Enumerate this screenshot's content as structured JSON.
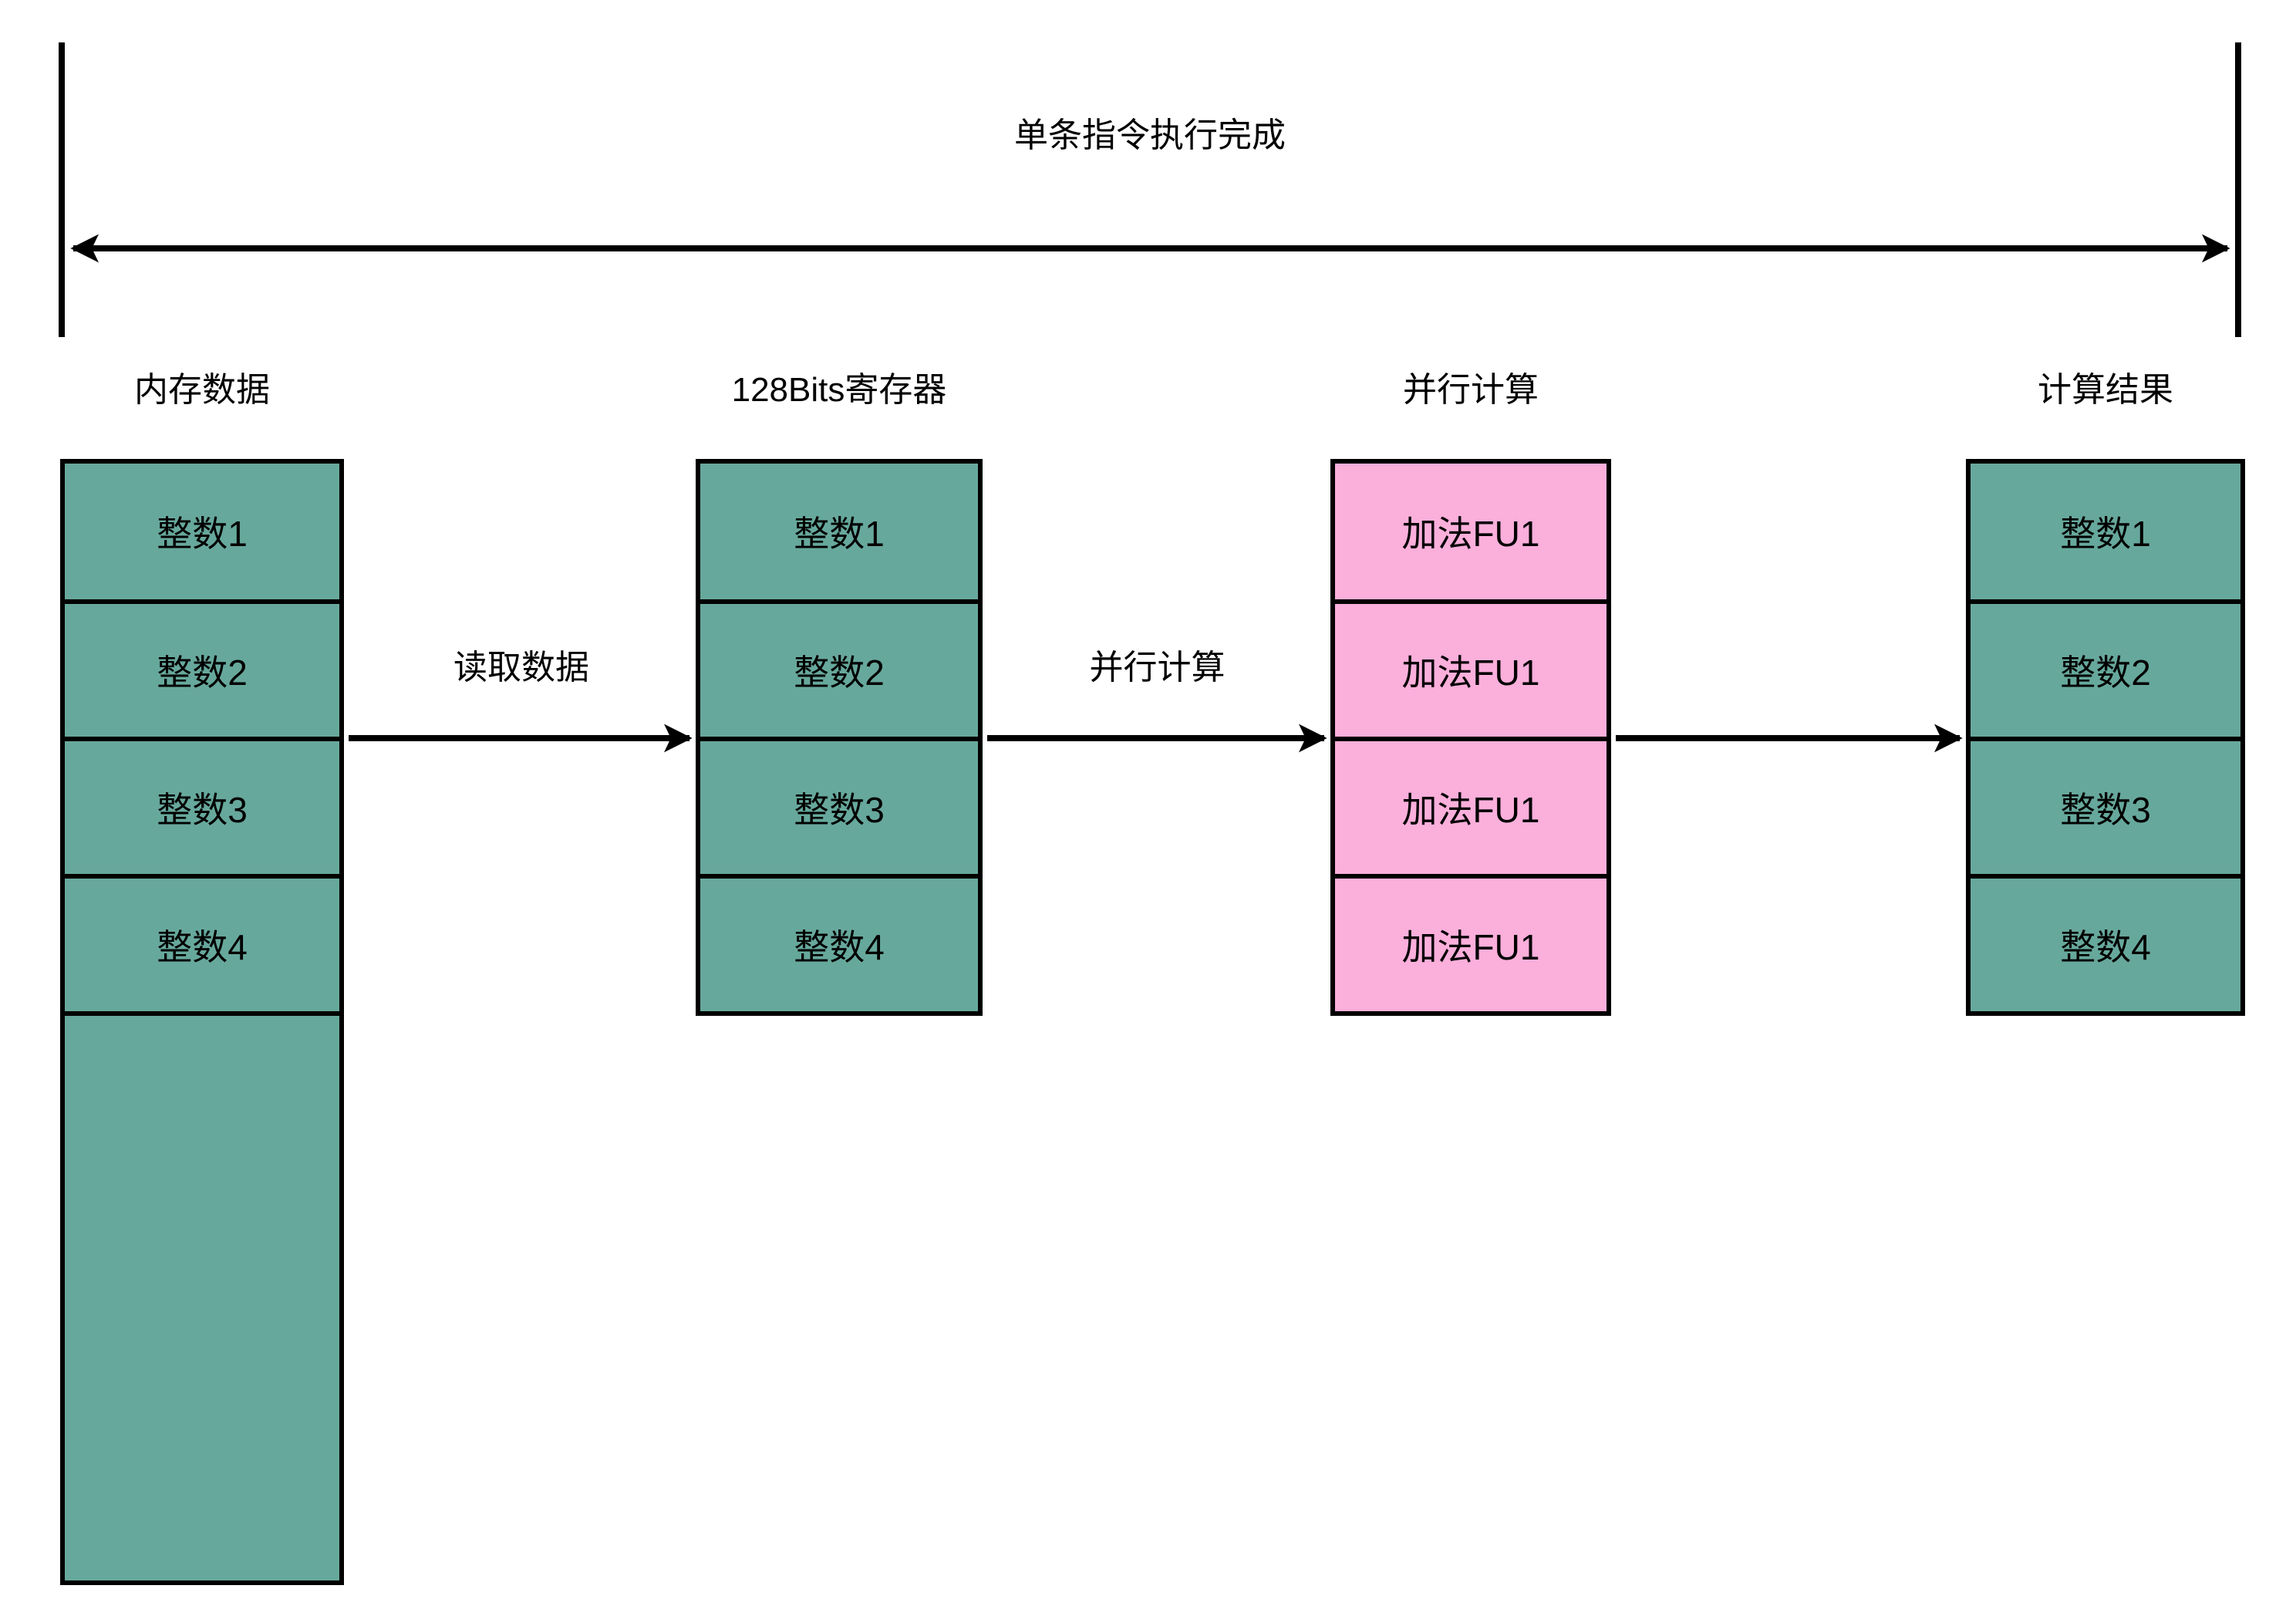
{
  "measure": {
    "title": "单条指令执行完成"
  },
  "colors": {
    "teal": "#67A89C",
    "pink": "#FBAFDB",
    "stroke": "#000000",
    "bg": "#FFFFFF"
  },
  "columns": [
    {
      "id": "memory",
      "label": "内存数据",
      "fill": "teal",
      "cells": [
        "整数1",
        "整数2",
        "整数3",
        "整数4"
      ],
      "extra_empty_cell": true
    },
    {
      "id": "register",
      "label": "128Bits寄存器",
      "fill": "teal",
      "cells": [
        "整数1",
        "整数2",
        "整数3",
        "整数4"
      ]
    },
    {
      "id": "parallel-compute",
      "label": "并行计算",
      "fill": "pink",
      "cells": [
        "加法FU1",
        "加法FU1",
        "加法FU1",
        "加法FU1"
      ]
    },
    {
      "id": "result",
      "label": "计算结果",
      "fill": "teal",
      "cells": [
        "整数1",
        "整数2",
        "整数3",
        "整数4"
      ]
    }
  ],
  "arrows": [
    {
      "id": "read-data",
      "label": "读取数据"
    },
    {
      "id": "parallel-compute",
      "label": "并行计算"
    },
    {
      "id": "write-result",
      "label": ""
    }
  ]
}
